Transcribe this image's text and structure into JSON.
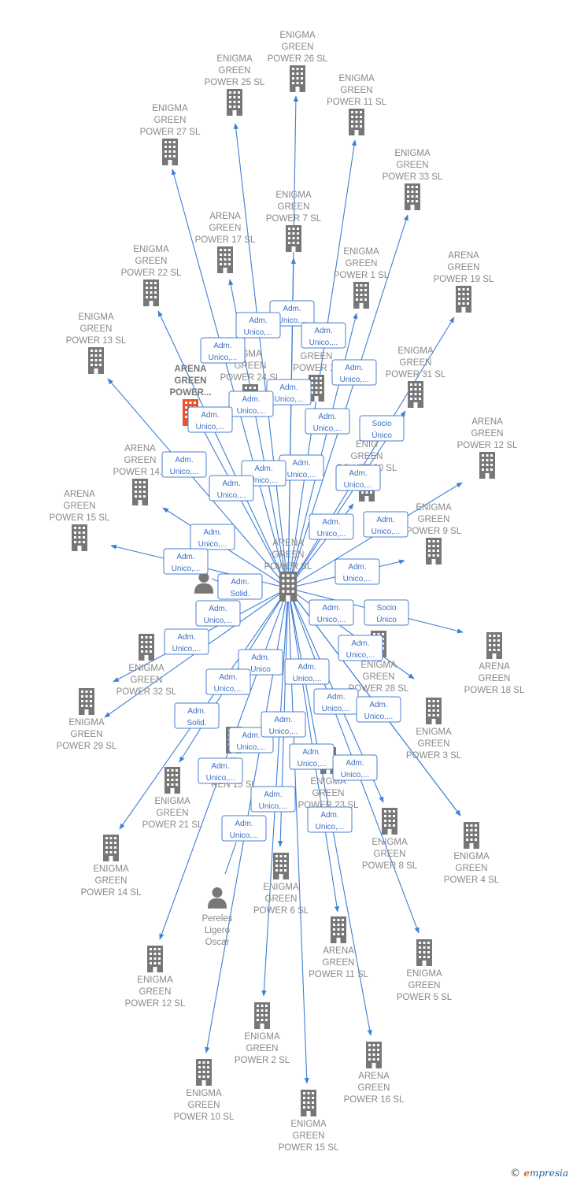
{
  "footer": {
    "copyright": "©",
    "brand_e": "e",
    "brand_rest": "mpresia"
  },
  "center": "c",
  "nodes": [
    {
      "id": "c",
      "type": "company",
      "lines": [
        "ARENA",
        "GREEN",
        "POWER  SL"
      ]
    },
    {
      "id": "ep26",
      "type": "company",
      "lines": [
        "ENIGMA",
        "GREEN",
        "POWER 26  SL"
      ]
    },
    {
      "id": "ep25",
      "type": "company",
      "lines": [
        "ENIGMA",
        "GREEN",
        "POWER 25  SL"
      ]
    },
    {
      "id": "ep11",
      "type": "company",
      "lines": [
        "ENIGMA",
        "GREEN",
        "POWER 11  SL"
      ]
    },
    {
      "id": "ep27",
      "type": "company",
      "lines": [
        "ENIGMA",
        "GREEN",
        "POWER 27  SL"
      ]
    },
    {
      "id": "ep33",
      "type": "company",
      "lines": [
        "ENIGMA",
        "GREEN",
        "POWER 33  SL"
      ]
    },
    {
      "id": "ep7",
      "type": "company",
      "lines": [
        "ENIGMA",
        "GREEN",
        "POWER 7  SL"
      ]
    },
    {
      "id": "ap17",
      "type": "company",
      "lines": [
        "ARENA",
        "GREEN",
        "POWER 17  SL"
      ]
    },
    {
      "id": "ep22",
      "type": "company",
      "lines": [
        "ENIGMA",
        "GREEN",
        "POWER 22  SL"
      ]
    },
    {
      "id": "ep1",
      "type": "company",
      "lines": [
        "ENIGMA",
        "GREEN",
        "POWER 1  SL"
      ]
    },
    {
      "id": "ap19",
      "type": "company",
      "lines": [
        "ARENA",
        "GREEN",
        "POWER 19  SL"
      ]
    },
    {
      "id": "ep13",
      "type": "company",
      "lines": [
        "ENIGMA",
        "GREEN",
        "POWER 13  SL"
      ]
    },
    {
      "id": "ap13",
      "type": "company",
      "lines": [
        "A",
        "GREEN",
        "POWER 13"
      ]
    },
    {
      "id": "ep24",
      "type": "company",
      "lines": [
        "IGMA",
        "GREEN",
        "POWER 24  SL"
      ]
    },
    {
      "id": "ep31",
      "type": "company",
      "lines": [
        "ENIGMA",
        "GREEN",
        "POWER 31  SL"
      ]
    },
    {
      "id": "ag",
      "type": "highlight",
      "lines": [
        "ARENA",
        "GREEN",
        "POWER..."
      ]
    },
    {
      "id": "ap12",
      "type": "company",
      "lines": [
        "ARENA",
        "GREEN",
        "POWER 12  SL"
      ]
    },
    {
      "id": "ep30",
      "type": "company",
      "lines": [
        "ENIG",
        "GREEN",
        "POWER 30  SL"
      ]
    },
    {
      "id": "ap14",
      "type": "company",
      "lines": [
        "ARENA",
        "GREEN",
        "POWER 14..."
      ]
    },
    {
      "id": "ep9",
      "type": "company",
      "lines": [
        "ENIGMA",
        "GREEN",
        "POWER 9  SL"
      ]
    },
    {
      "id": "ap15",
      "type": "company",
      "lines": [
        "ARENA",
        "GREEN",
        "POWER 15  SL"
      ]
    },
    {
      "id": "pm",
      "type": "person",
      "lines": [
        "M"
      ]
    },
    {
      "id": "ap18",
      "type": "company",
      "lines": [
        "ARENA",
        "GREEN",
        "POWER 18  SL"
      ]
    },
    {
      "id": "ep28",
      "type": "company",
      "lines": [
        "ENIGMA",
        "GREEN",
        "POWER 28  SL"
      ]
    },
    {
      "id": "ep32",
      "type": "company",
      "lines": [
        "ENIGMA",
        "GREEN",
        "POWER 32  SL"
      ]
    },
    {
      "id": "ep29",
      "type": "company",
      "lines": [
        "ENIGMA",
        "GREEN",
        "POWER 29  SL"
      ]
    },
    {
      "id": "ep3",
      "type": "company",
      "lines": [
        "ENIGMA",
        "GREEN",
        "POWER 3  SL"
      ]
    },
    {
      "id": "pk",
      "type": "company",
      "lines": [
        "K",
        "R",
        "REN 15  SL"
      ]
    },
    {
      "id": "ep23",
      "type": "company",
      "lines": [
        "ENIGMA",
        "GREEN",
        "POWER 23  SL"
      ]
    },
    {
      "id": "ep21",
      "type": "company",
      "lines": [
        "ENIGMA",
        "GREEN",
        "POWER 21  SL"
      ]
    },
    {
      "id": "ep4",
      "type": "company",
      "lines": [
        "ENIGMA",
        "GREEN",
        "POWER 4  SL"
      ]
    },
    {
      "id": "ep8",
      "type": "company",
      "lines": [
        "ENIGMA",
        "GREEN",
        "POWER 8  SL"
      ]
    },
    {
      "id": "ep14",
      "type": "company",
      "lines": [
        "ENIGMA",
        "GREEN",
        "POWER 14  SL"
      ]
    },
    {
      "id": "ep6",
      "type": "company",
      "lines": [
        "ENIGMA",
        "GREEN",
        "POWER 6  SL"
      ]
    },
    {
      "id": "po",
      "type": "person",
      "lines": [
        "Pereles",
        "Ligero",
        "Oscar"
      ]
    },
    {
      "id": "ap11",
      "type": "company",
      "lines": [
        "ARENA",
        "GREEN",
        "POWER 11  SL"
      ]
    },
    {
      "id": "ep5",
      "type": "company",
      "lines": [
        "ENIGMA",
        "GREEN",
        "POWER 5  SL"
      ]
    },
    {
      "id": "ep12",
      "type": "company",
      "lines": [
        "ENIGMA",
        "GREEN",
        "POWER 12  SL"
      ]
    },
    {
      "id": "ep2",
      "type": "company",
      "lines": [
        "ENIGMA",
        "GREEN",
        "POWER 2  SL"
      ]
    },
    {
      "id": "ap16",
      "type": "company",
      "lines": [
        "ARENA",
        "GREEN",
        "POWER 16  SL"
      ]
    },
    {
      "id": "ep10",
      "type": "company",
      "lines": [
        "ENIGMA",
        "GREEN",
        "POWER 10  SL"
      ]
    },
    {
      "id": "ep15",
      "type": "company",
      "lines": [
        "ENIGMA",
        "GREEN",
        "POWER 15  SL"
      ]
    }
  ],
  "relations": [
    {
      "id": "r1",
      "lines": [
        "Adm.",
        "Unico,..."
      ]
    },
    {
      "id": "r2",
      "lines": [
        "Adm.",
        "Unico,..."
      ]
    },
    {
      "id": "r3",
      "lines": [
        "Adm.",
        "Unico,..."
      ]
    },
    {
      "id": "r4",
      "lines": [
        "Adm.",
        "Unico,..."
      ]
    },
    {
      "id": "r5",
      "lines": [
        "Adm.",
        "Unico,..."
      ]
    },
    {
      "id": "r6",
      "lines": [
        "Adm.",
        "Unico,..."
      ]
    },
    {
      "id": "r7",
      "lines": [
        "Adm.",
        "Unico,..."
      ]
    },
    {
      "id": "r8",
      "lines": [
        "Adm.",
        "Unico,..."
      ]
    },
    {
      "id": "r9",
      "lines": [
        "Socio",
        "Único"
      ]
    },
    {
      "id": "r10",
      "lines": [
        "Adm.",
        "Unico,..."
      ]
    },
    {
      "id": "r11",
      "lines": [
        "Adm.",
        "Unico,..."
      ]
    },
    {
      "id": "r12",
      "lines": [
        "Adm.",
        "Unico,..."
      ]
    },
    {
      "id": "r13",
      "lines": [
        "Adm.",
        "Unico,..."
      ]
    },
    {
      "id": "r14",
      "lines": [
        "Adm.",
        "Unico,..."
      ]
    },
    {
      "id": "r15",
      "lines": [
        "Adm.",
        "Unico,..."
      ]
    },
    {
      "id": "r16",
      "lines": [
        "Adm.",
        "Unico,..."
      ]
    },
    {
      "id": "r17",
      "lines": [
        "Adm.",
        "Unico,..."
      ]
    },
    {
      "id": "r18",
      "lines": [
        "Adm.",
        "Unico,..."
      ]
    },
    {
      "id": "r19",
      "lines": [
        "Adm.",
        "Unico,..."
      ]
    },
    {
      "id": "r20",
      "lines": [
        "Adm.",
        "Solid."
      ]
    },
    {
      "id": "r21",
      "lines": [
        "Adm.",
        "Unico,..."
      ]
    },
    {
      "id": "r22",
      "lines": [
        "Adm.",
        "Unico,..."
      ]
    },
    {
      "id": "r23",
      "lines": [
        "Socio",
        "Único"
      ]
    },
    {
      "id": "r24",
      "lines": [
        "Adm.",
        "Unico,..."
      ]
    },
    {
      "id": "r25",
      "lines": [
        "Adm.",
        "Unico,..."
      ]
    },
    {
      "id": "r26",
      "lines": [
        "Adm.",
        "Unico"
      ]
    },
    {
      "id": "r27",
      "lines": [
        "Adm.",
        "Unico,..."
      ]
    },
    {
      "id": "r28",
      "lines": [
        "Adm.",
        "Unico,..."
      ]
    },
    {
      "id": "r29",
      "lines": [
        "Adm.",
        "Unico,..."
      ]
    },
    {
      "id": "r30",
      "lines": [
        "Adm.",
        "Unico,..."
      ]
    },
    {
      "id": "r31",
      "lines": [
        "Adm.",
        "Unico,..."
      ]
    },
    {
      "id": "r32",
      "lines": [
        "Adm.",
        "Solid."
      ]
    },
    {
      "id": "r33",
      "lines": [
        "Adm.",
        "Unico,..."
      ]
    },
    {
      "id": "r34",
      "lines": [
        "Adm.",
        "Unico,..."
      ]
    },
    {
      "id": "r35",
      "lines": [
        "Adm.",
        "Unico,..."
      ]
    },
    {
      "id": "r36",
      "lines": [
        "Adm.",
        "Unico,..."
      ]
    },
    {
      "id": "r37",
      "lines": [
        "Adm.",
        "Unico,..."
      ]
    },
    {
      "id": "r38",
      "lines": [
        "Adm.",
        "Unico,..."
      ]
    },
    {
      "id": "r39",
      "lines": [
        "Adm.",
        "Unico,..."
      ]
    },
    {
      "id": "r40",
      "lines": [
        "Adm.",
        "Unico,..."
      ]
    }
  ],
  "edges": [
    {
      "to": "ep26"
    },
    {
      "to": "ep25"
    },
    {
      "to": "ep11"
    },
    {
      "to": "ep27"
    },
    {
      "to": "ep33"
    },
    {
      "to": "ep7"
    },
    {
      "to": "ap17"
    },
    {
      "to": "ep22"
    },
    {
      "to": "ep1"
    },
    {
      "to": "ap19"
    },
    {
      "to": "ep13"
    },
    {
      "to": "ep31"
    },
    {
      "to": "ap12"
    },
    {
      "to": "ep30"
    },
    {
      "to": "ap14"
    },
    {
      "to": "ep9"
    },
    {
      "to": "ap15"
    },
    {
      "to": "ap18"
    },
    {
      "to": "ep28"
    },
    {
      "to": "ep32"
    },
    {
      "to": "ep29"
    },
    {
      "to": "ep3"
    },
    {
      "to": "ep21"
    },
    {
      "to": "ep4"
    },
    {
      "to": "ep8"
    },
    {
      "to": "ep14"
    },
    {
      "to": "ep6"
    },
    {
      "to": "ap11"
    },
    {
      "to": "ep5"
    },
    {
      "to": "ep12"
    },
    {
      "to": "ep2"
    },
    {
      "to": "ap16"
    },
    {
      "to": "ep10"
    },
    {
      "to": "ep15"
    },
    {
      "to": "ag"
    }
  ]
}
